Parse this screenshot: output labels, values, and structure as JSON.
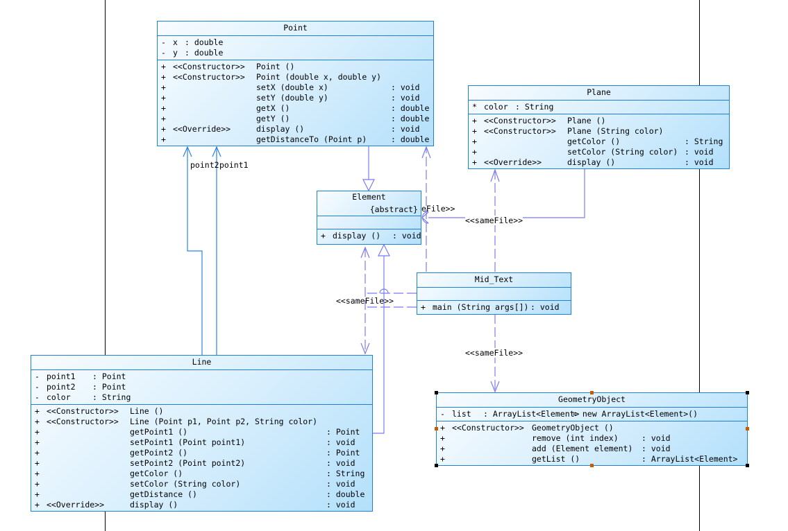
{
  "classes": {
    "point": {
      "name": "Point",
      "attributes": [
        {
          "vis": "-",
          "name": "x",
          "type": "double"
        },
        {
          "vis": "-",
          "name": "y",
          "type": "double"
        }
      ],
      "operations": [
        {
          "vis": "+",
          "stereo": "<<Constructor>>",
          "sig": "Point ()",
          "ret": ""
        },
        {
          "vis": "+",
          "stereo": "<<Constructor>>",
          "sig": "Point (double x, double y)",
          "ret": ""
        },
        {
          "vis": "+",
          "stereo": "",
          "sig": "setX (double x)",
          "ret": "void"
        },
        {
          "vis": "+",
          "stereo": "",
          "sig": "setY (double y)",
          "ret": "void"
        },
        {
          "vis": "+",
          "stereo": "",
          "sig": "getX ()",
          "ret": "double"
        },
        {
          "vis": "+",
          "stereo": "",
          "sig": "getY ()",
          "ret": "double"
        },
        {
          "vis": "+",
          "stereo": "<<Override>>",
          "sig": "display ()",
          "ret": "void"
        },
        {
          "vis": "+",
          "stereo": "",
          "sig": "getDistanceTo (Point p)",
          "ret": "double"
        }
      ]
    },
    "plane": {
      "name": "Plane",
      "attributes": [
        {
          "vis": "*",
          "name": "color",
          "type": "String"
        }
      ],
      "operations": [
        {
          "vis": "+",
          "stereo": "<<Constructor>>",
          "sig": "Plane ()",
          "ret": ""
        },
        {
          "vis": "+",
          "stereo": "<<Constructor>>",
          "sig": "Plane (String color)",
          "ret": ""
        },
        {
          "vis": "+",
          "stereo": "",
          "sig": "getColor ()",
          "ret": "String"
        },
        {
          "vis": "+",
          "stereo": "",
          "sig": "setColor (String color)",
          "ret": "void"
        },
        {
          "vis": "+",
          "stereo": "<<Override>>",
          "sig": "display ()",
          "ret": "void"
        }
      ]
    },
    "element": {
      "name": "Element",
      "modifier": "{abstract}",
      "operations": [
        {
          "vis": "+",
          "sig": "display ()",
          "ret": "void"
        }
      ]
    },
    "mid_text": {
      "name": "Mid_Text",
      "operations": [
        {
          "vis": "+",
          "sig": "main (String args[])",
          "ret": "void"
        }
      ]
    },
    "line": {
      "name": "Line",
      "attributes": [
        {
          "vis": "-",
          "name": "point1",
          "type": "Point"
        },
        {
          "vis": "-",
          "name": "point2",
          "type": "Point"
        },
        {
          "vis": "-",
          "name": "color",
          "type": "String"
        }
      ],
      "operations": [
        {
          "vis": "+",
          "stereo": "<<Constructor>>",
          "sig": "Line ()",
          "ret": ""
        },
        {
          "vis": "+",
          "stereo": "<<Constructor>>",
          "sig": "Line (Point p1, Point p2, String color)",
          "ret": ""
        },
        {
          "vis": "+",
          "stereo": "",
          "sig": "getPoint1 ()",
          "ret": "Point"
        },
        {
          "vis": "+",
          "stereo": "",
          "sig": "setPoint1 (Point point1)",
          "ret": "void"
        },
        {
          "vis": "+",
          "stereo": "",
          "sig": "getPoint2 ()",
          "ret": "Point"
        },
        {
          "vis": "+",
          "stereo": "",
          "sig": "setPoint2 (Point point2)",
          "ret": "void"
        },
        {
          "vis": "+",
          "stereo": "",
          "sig": "getColor ()",
          "ret": "String"
        },
        {
          "vis": "+",
          "stereo": "",
          "sig": "setColor (String color)",
          "ret": "void"
        },
        {
          "vis": "+",
          "stereo": "",
          "sig": "getDistance ()",
          "ret": "double"
        },
        {
          "vis": "+",
          "stereo": "<<Override>>",
          "sig": "display ()",
          "ret": "void"
        }
      ]
    },
    "geometry_object": {
      "name": "GeometryObject",
      "attributes": [
        {
          "vis": "-",
          "name": "list",
          "type": "ArrayList<Element>",
          "init": "= new ArrayList<Element>()"
        }
      ],
      "operations": [
        {
          "vis": "+",
          "stereo": "<<Constructor>>",
          "sig": "GeometryObject ()",
          "ret": ""
        },
        {
          "vis": "+",
          "stereo": "",
          "sig": "remove (int index)",
          "ret": "void"
        },
        {
          "vis": "+",
          "stereo": "",
          "sig": "add (Element element)",
          "ret": "void"
        },
        {
          "vis": "+",
          "stereo": "",
          "sig": "getList ()",
          "ret": "ArrayList<Element>"
        }
      ]
    }
  },
  "labels": {
    "assoc_point2": "point2",
    "assoc_point1": "point1",
    "same_file_element_partial": "eFile>>",
    "same_file_plane": "<<sameFile>>",
    "same_file_line": "<<sameFile>>",
    "same_file_geometry": "<<sameFile>>"
  },
  "colors": {
    "class_border": "#1e7fd6",
    "dependency_line": "#7b7bf0",
    "association_line": "#2a82e4"
  }
}
